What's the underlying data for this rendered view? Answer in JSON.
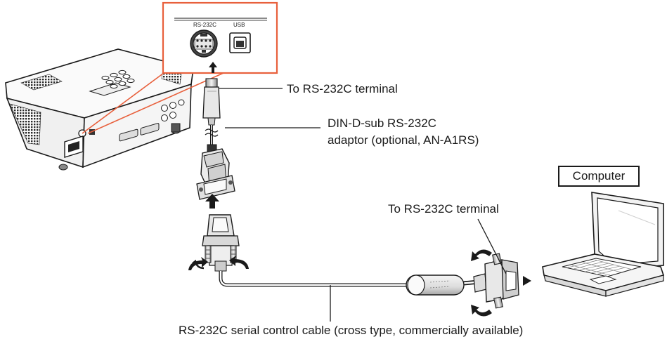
{
  "callout": {
    "port_rs232c": "RS-232C",
    "port_usb": "USB"
  },
  "labels": {
    "to_projector_terminal": "To RS-232C terminal",
    "adaptor_line1": "DIN-D-sub RS-232C",
    "adaptor_line2": "adaptor (optional, AN-A1RS)",
    "computer": "Computer",
    "to_computer_terminal": "To RS-232C terminal",
    "cable": "RS-232C serial control cable (cross type, commercially available)"
  },
  "colors": {
    "callout_border": "#e8603c",
    "line": "#1a1a1a",
    "device_fill": "#f2f2f2",
    "device_shade": "#bdbdbd"
  }
}
